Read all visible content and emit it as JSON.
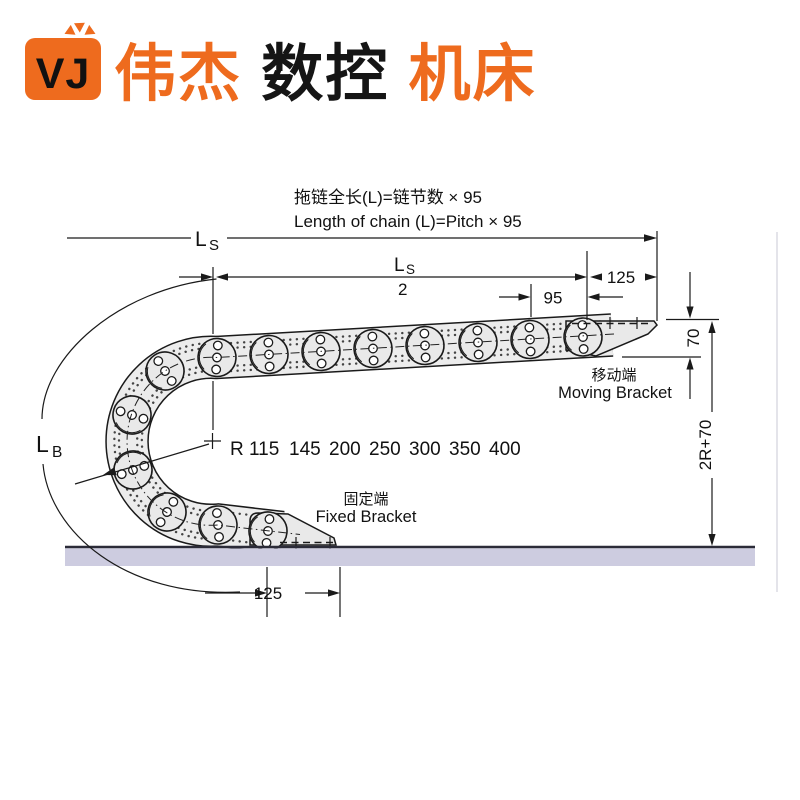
{
  "logo": {
    "monogram": "VJ",
    "brand_color": "#ee6b1e",
    "company": [
      {
        "text": "伟杰",
        "color": "#ee6b1e"
      },
      {
        "text": "数控",
        "color": "#151515"
      },
      {
        "text": "机床",
        "color": "#ee6b1e"
      }
    ]
  },
  "formulas": {
    "cn": "拖链全长(L)=链节数 × 95",
    "en": "Length of chain (L)=Pitch × 95"
  },
  "dimensions": {
    "chain_length_label": {
      "main": "L",
      "sub": "S"
    },
    "half_length_label": {
      "main": "L",
      "sub": "S",
      "denominator": "2"
    },
    "pitch": "95",
    "moving_end_offset": "125",
    "chain_height": "70",
    "bend_height": "2R+70",
    "fixed_end_offset": "125",
    "bend_length_label": {
      "main": "L",
      "sub": "B"
    }
  },
  "radius_options": {
    "prefix": "R",
    "values": [
      "115",
      "145",
      "200",
      "250",
      "300",
      "350",
      "400"
    ]
  },
  "labels": {
    "moving_cn": "移动端",
    "moving_en": "Moving Bracket",
    "fixed_cn": "固定端",
    "fixed_en": "Fixed Bracket"
  },
  "colors": {
    "line": "#1a1a1a",
    "link_fill": "#e9e9e9",
    "ground_band": "#cdcce0",
    "ground_line": "#2b2b38"
  }
}
